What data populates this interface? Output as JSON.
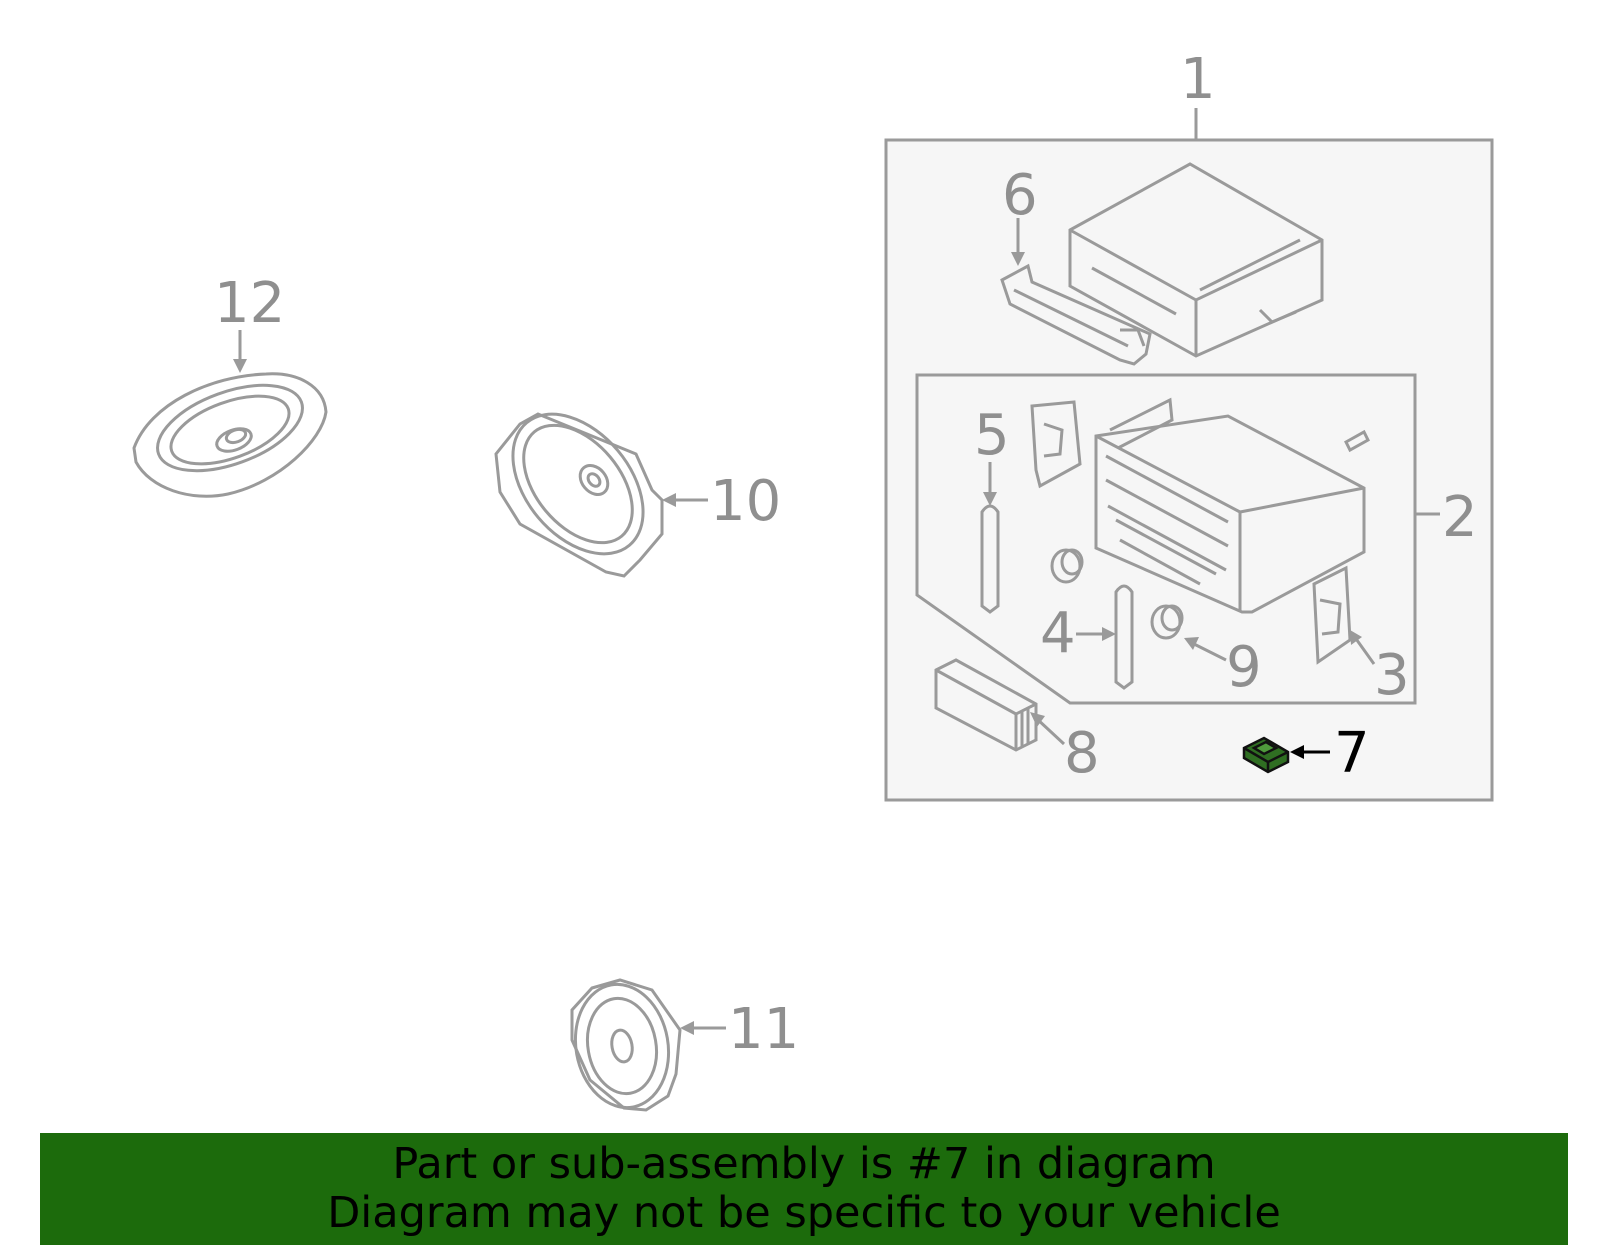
{
  "callouts": {
    "c1": "1",
    "c2": "2",
    "c3": "3",
    "c4": "4",
    "c5": "5",
    "c6": "6",
    "c7": "7",
    "c8": "8",
    "c9": "9",
    "c10": "10",
    "c11": "11",
    "c12": "12"
  },
  "highlight_part": "7",
  "banner": {
    "line1": "Part or sub-assembly is #7 in diagram",
    "line2": "Diagram may not be specific to your vehicle"
  },
  "colors": {
    "line_gray": "#9a9a9a",
    "highlight_green": "#2f6e22",
    "banner_green": "#1c6b0c",
    "panel_fill": "#f6f6f6"
  }
}
